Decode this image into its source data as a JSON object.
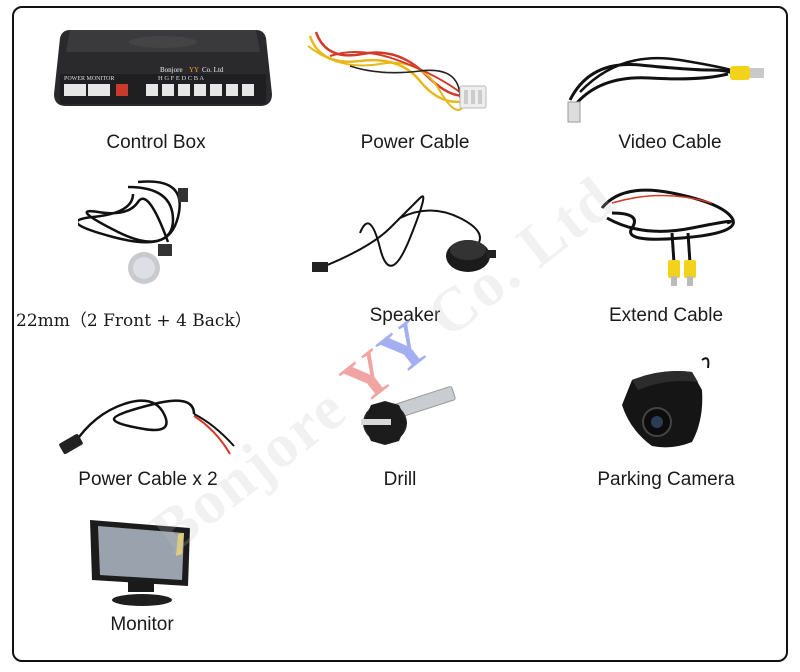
{
  "items": [
    {
      "label": "Control Box",
      "icon": "control-box-icon"
    },
    {
      "label": "Power Cable",
      "icon": "power-cable-icon"
    },
    {
      "label": "Video Cable",
      "icon": "video-cable-icon"
    },
    {
      "label": "22mm（2 Front + 4 Back）",
      "icon": "sensor-icon"
    },
    {
      "label": "Speaker",
      "icon": "speaker-icon"
    },
    {
      "label": "Extend Cable",
      "icon": "extend-cable-icon"
    },
    {
      "label": "Power Cable x 2",
      "icon": "power-adapter-cable-icon"
    },
    {
      "label": "Drill",
      "icon": "drill-icon"
    },
    {
      "label": "Parking Camera",
      "icon": "parking-camera-icon"
    },
    {
      "label": "Monitor",
      "icon": "monitor-icon"
    }
  ],
  "control_box": {
    "brand": "Bonjore",
    "brand_yy": "YY",
    "brand_suffix": "Co. Ltd",
    "port_label": "POWER MONITOR",
    "channels": "H  G  F  E  D  C  B  A"
  },
  "watermark": {
    "prefix": "Bonjore",
    "yy1": "Y",
    "yy2": "Y",
    "suffix": "Co. Ltd"
  },
  "colors": {
    "frame": "#111111",
    "cable_red": "#d43a2a",
    "cable_yellow": "#e8b81a",
    "rca_yellow": "#f2d21b"
  }
}
